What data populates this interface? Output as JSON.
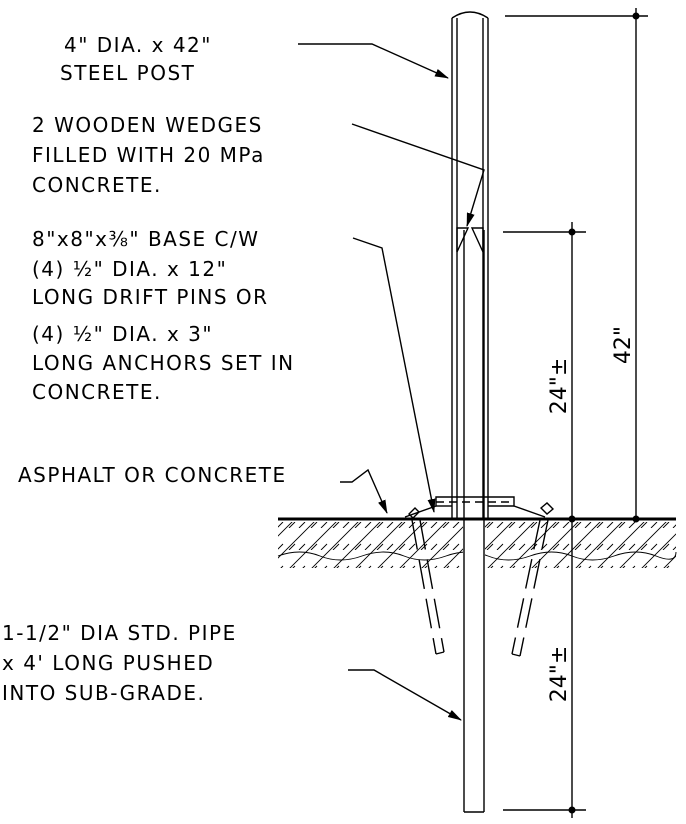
{
  "notes": {
    "post": [
      "4\" DIA. x 42\"",
      "STEEL POST"
    ],
    "wedges": [
      "2 WOODEN WEDGES",
      "FILLED WITH 20 MPa",
      "CONCRETE."
    ],
    "base": [
      "8\"x8\"x⅜\" BASE C/W",
      "(4) ½\" DIA. x 12\"",
      "LONG DRIFT PINS OR",
      "(4) ½\" DIA. x 3\"",
      "LONG ANCHORS SET IN",
      "CONCRETE."
    ],
    "surface": "ASPHALT OR CONCRETE",
    "pipe": [
      "1-1/2\" DIA STD. PIPE",
      "x 4' LONG PUSHED",
      "INTO SUB-GRADE."
    ]
  },
  "dimensions": {
    "overall": "42\"",
    "upper": "24\"±",
    "lower": "24\"±"
  }
}
